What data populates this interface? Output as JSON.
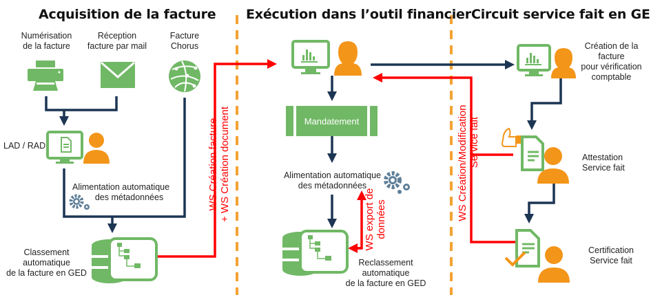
{
  "sections": [
    {
      "title": "Acquisition de la facture"
    },
    {
      "title": "Exécution dans l’outil financier"
    },
    {
      "title": "Circuit service fait en GED"
    }
  ],
  "acquisition": {
    "sources": [
      {
        "icon": "printer-icon",
        "label": [
          "Numérisation",
          "de la facture"
        ]
      },
      {
        "icon": "mail-icon",
        "label": [
          "Réception",
          "facture par mail"
        ]
      },
      {
        "icon": "globe-network-icon",
        "label": [
          "Facture",
          "Chorus"
        ]
      }
    ],
    "lad_rad": "LAD / RAD",
    "metadata": [
      "Alimentation automatique",
      "des métadonnées"
    ],
    "classement": [
      "Classement",
      "automatique",
      "de la facture en GED"
    ]
  },
  "execution": {
    "mandatement": "Mandatement",
    "metadata": [
      "Alimentation automatique",
      "des métadonnées"
    ],
    "reclassement": [
      "Reclassement",
      "automatique",
      "de la facture en GED"
    ]
  },
  "circuit": {
    "creation": [
      "Création de la",
      "facture",
      "pour vérification",
      "comptable"
    ],
    "attestation": [
      "Attestation",
      "Service fait"
    ],
    "certification": [
      "Certification",
      "Service fait"
    ]
  },
  "flows": {
    "ws_creation": [
      "WS Création facture",
      "+ WS Création document"
    ],
    "ws_export": [
      "WS export de",
      "données"
    ],
    "ws_modif": [
      "WS Création/Modification",
      "Service  fait"
    ]
  },
  "colors": {
    "green": "#70b865",
    "orange": "#f39519",
    "navy": "#1c3553",
    "red": "#ff0000",
    "gear": "#5f7f98",
    "divider": "#f4a233"
  }
}
